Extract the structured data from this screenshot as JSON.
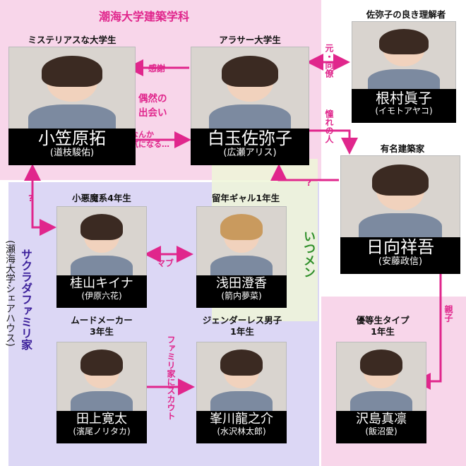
{
  "groups": {
    "university": "潮海大学建築学科",
    "sharehouse": "サクラダファミリ家",
    "sharehouse_sub": "(瀬海大学シェアハウス)",
    "itsumen": "いつメン"
  },
  "characters": [
    {
      "id": "ogasawara",
      "role": "ミステリアスな大学生",
      "name": "小笠原拓",
      "actor": "(道枝駿佑)"
    },
    {
      "id": "shiratama",
      "role": "アラサー大学生",
      "name": "白玉佐弥子",
      "actor": "(広瀬アリス)"
    },
    {
      "id": "nemura",
      "role": "佐弥子の良き理解者",
      "name": "根村眞子",
      "actor": "(イモトアヤコ)"
    },
    {
      "id": "hinata",
      "role": "有名建築家",
      "name": "日向祥吾",
      "actor": "(安藤政信)"
    },
    {
      "id": "katsurayama",
      "role": "小悪魔系4年生",
      "name": "桂山キイナ",
      "actor": "(伊原六花)"
    },
    {
      "id": "asada",
      "role": "留年ギャル1年生",
      "name": "浅田澄香",
      "actor": "(箭内夢菜)"
    },
    {
      "id": "tagami",
      "role": "ムードメーカー\n3年生",
      "name": "田上寛太",
      "actor": "(濱尾ノリタカ)"
    },
    {
      "id": "minekawa",
      "role": "ジェンダーレス男子\n1年生",
      "name": "峯川龍之介",
      "actor": "(水沢林太郎)"
    },
    {
      "id": "sawashima",
      "role": "優等生タイプ\n1年生",
      "name": "沢島真凛",
      "actor": "(飯沼愛)"
    }
  ],
  "relations": {
    "kansha": "感謝",
    "guzen": "偶然の\n出会い",
    "nanka": "なんか\n気になる…",
    "moto": "元・同僚",
    "akogare": "憧れの人",
    "q1": "?",
    "q2": "?",
    "mabu": "マブ",
    "scout": "ファミリ家にスカウト",
    "oyako": "親子"
  },
  "colors": {
    "accent": "#e0268c",
    "univ_bg": "#f8d6ea",
    "share_bg": "#dcd7f5",
    "itsumen_bg": "#eef6d8"
  }
}
